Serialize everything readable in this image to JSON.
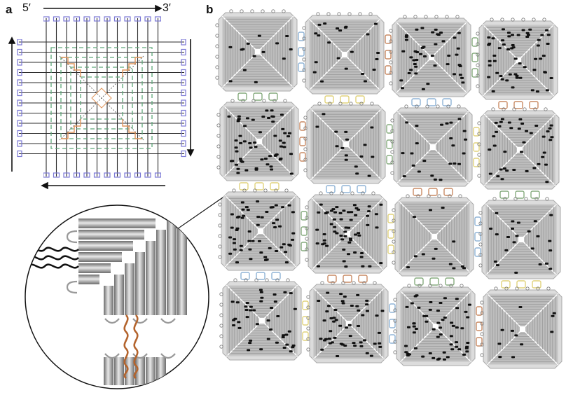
{
  "panels": {
    "a": {
      "label": "a",
      "five_prime": "5′",
      "three_prime": "3′"
    },
    "b": {
      "label": "b"
    }
  },
  "colors": {
    "tile_fill": "#bdbdbd",
    "tile_stripe": "#9a9a9a",
    "edge_loop": "#dcdcdc",
    "scaffold_outline": "#2b2b2b",
    "staple_blue": "#7b79d6",
    "staple_green": "#5fa87a",
    "staple_orange": "#e0955b",
    "bond_blue": "#8fb3d6",
    "bond_orange": "#c98a64",
    "bond_green": "#86ab7e",
    "bond_yellow": "#e0d27c",
    "pixel_black": "#111111",
    "zoom_rod_orange": "#b4642d"
  },
  "grid": {
    "rows": 4,
    "cols": 4
  },
  "icons": [
    "tile-array",
    "scaffold-routing-diagram",
    "zoom-magnifier"
  ]
}
